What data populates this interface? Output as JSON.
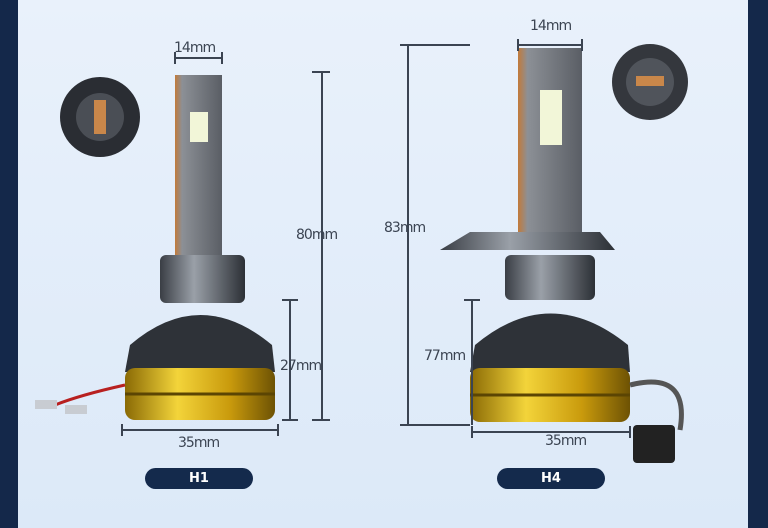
{
  "h1": {
    "name": "H1",
    "width_top": "14mm",
    "height_total": "80mm",
    "height_base": "27mm",
    "width_base": "35mm"
  },
  "h4": {
    "name": "H4",
    "width_top": "14mm",
    "height_total": "83mm",
    "height_base": "77mm",
    "width_base": "35mm"
  },
  "colors": {
    "background": "#dfeaf8",
    "badge": "#142a4c",
    "gold": "#d4a912",
    "body": "#4a4f57",
    "frame": "#14284a"
  }
}
